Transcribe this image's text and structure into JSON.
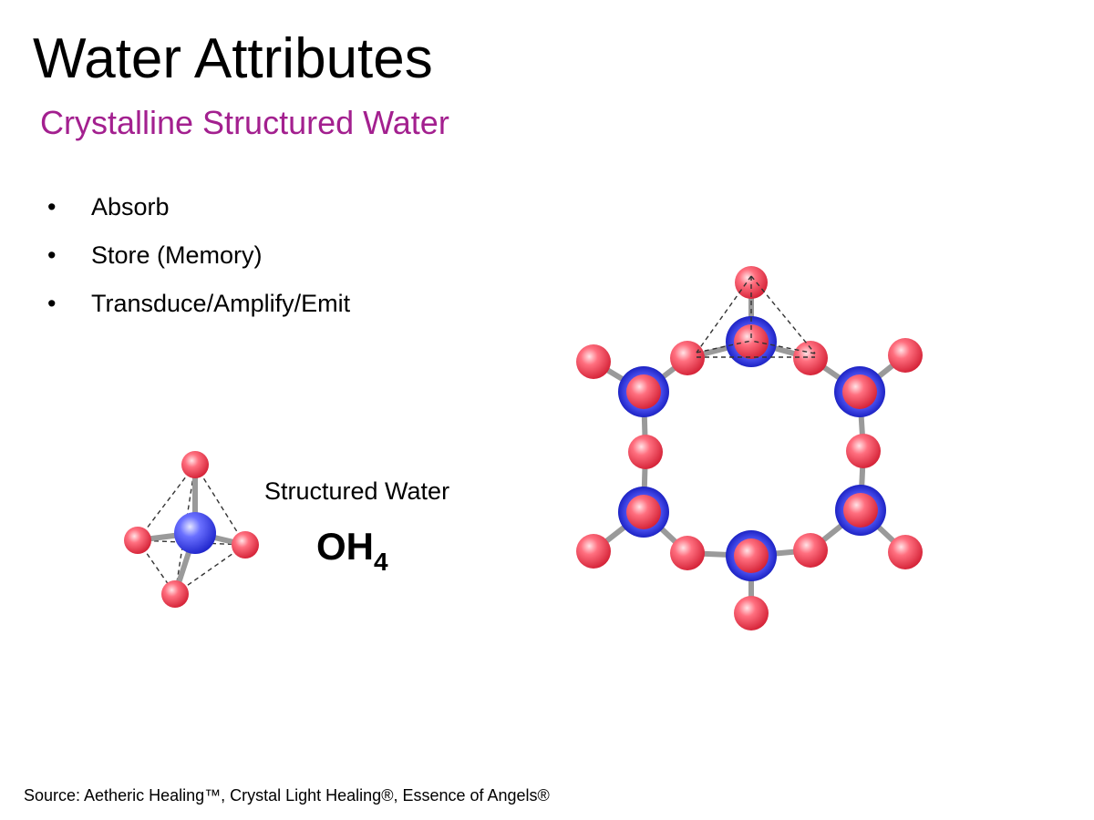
{
  "slide": {
    "title": "Water Attributes",
    "subtitle": "Crystalline Structured Water",
    "bullets": [
      {
        "marker": "•",
        "text": "Absorb"
      },
      {
        "marker": "•",
        "text": "Store (Memory)"
      },
      {
        "marker": "•",
        "text": "Transduce/Amplify/Emit"
      }
    ],
    "structured_water_label": "Structured Water",
    "formula": {
      "base": "OH",
      "subscript": "4"
    },
    "source": "Source: Aetheric Healing™, Crystal Light Healing®, Essence of Angels®"
  },
  "colors": {
    "subtitle": "#a3208f",
    "center_atom": "#2e34e6",
    "outer_atom": "#e8344a",
    "bond": "#9a9a9a",
    "dashed_edge": "#333333"
  }
}
